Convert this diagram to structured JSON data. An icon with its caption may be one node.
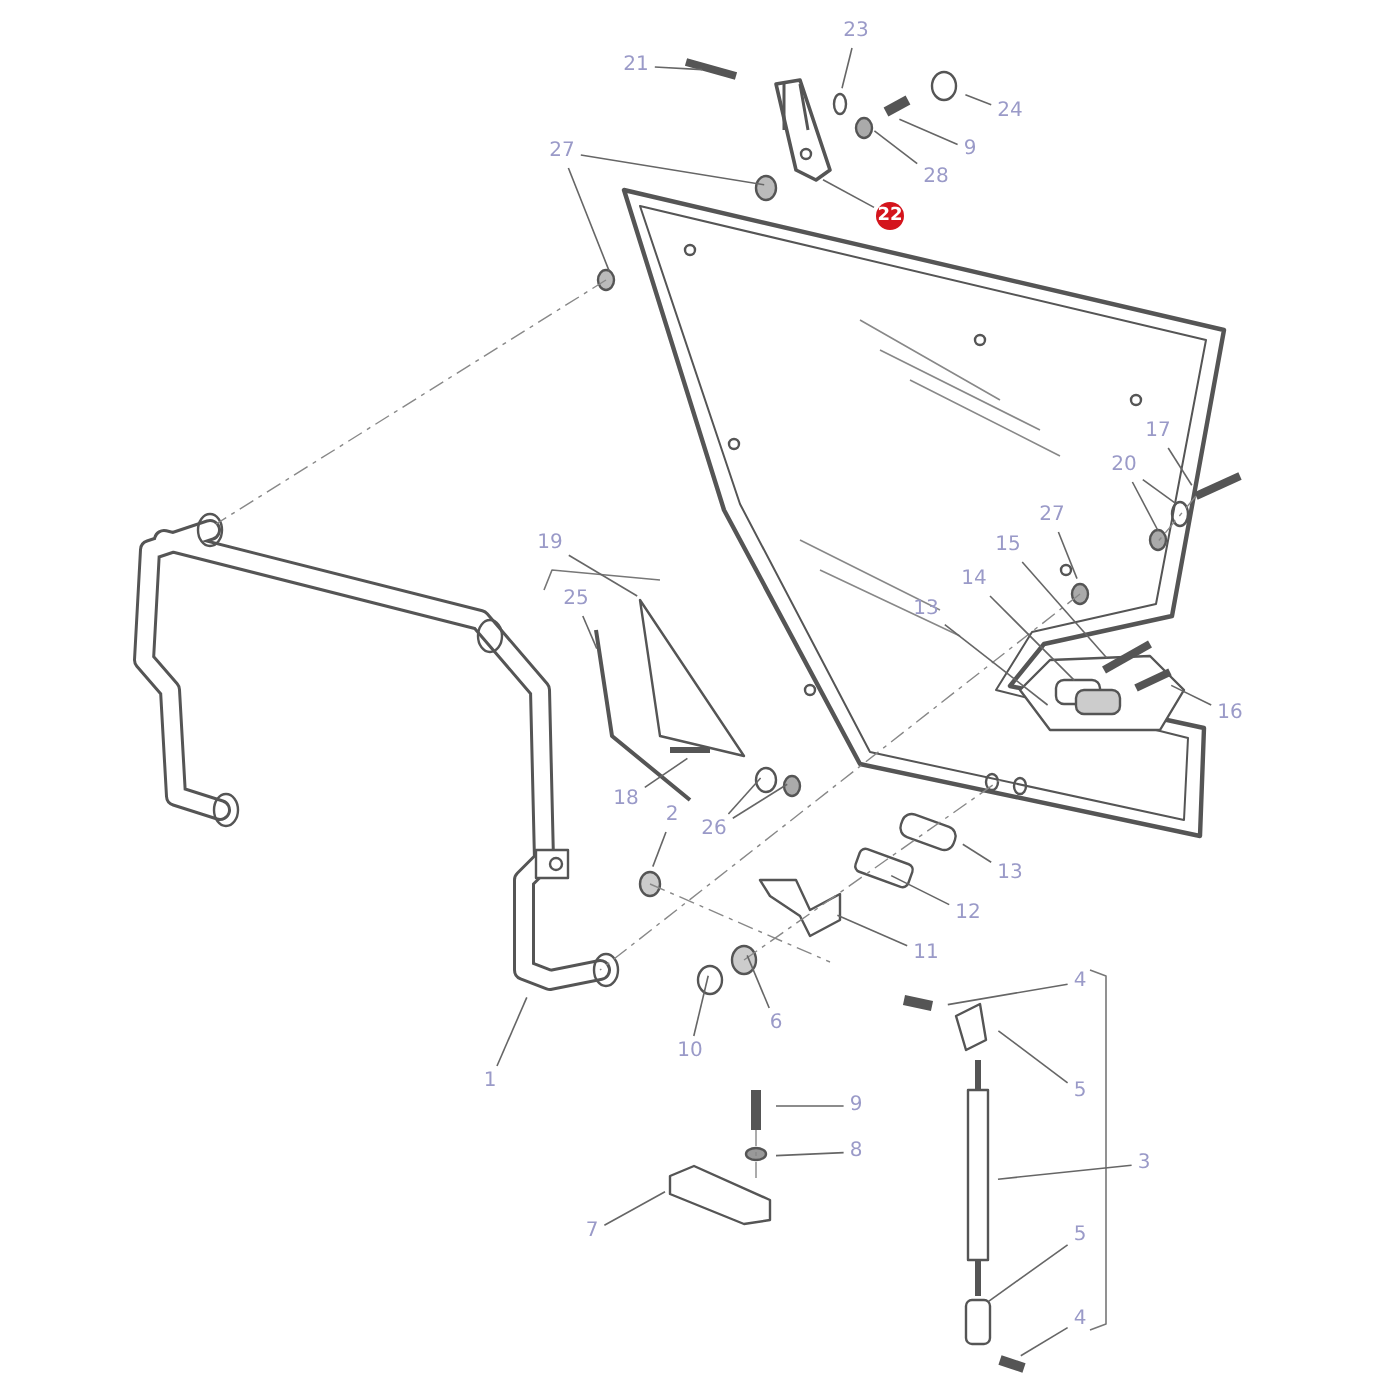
{
  "diagram": {
    "nodes": [
      {
        "text": [
          "23"
        ]
      },
      {
        "text": [
          "21"
        ]
      },
      {
        "text": [
          "24"
        ]
      },
      {
        "text": [
          "9"
        ]
      },
      {
        "text": [
          "28"
        ]
      },
      {
        "text": [
          "27"
        ]
      },
      {
        "text": [
          "22"
        ]
      },
      {
        "text": [
          "17"
        ]
      },
      {
        "text": [
          "20"
        ]
      },
      {
        "text": [
          "19"
        ]
      },
      {
        "text": [
          "27"
        ]
      },
      {
        "text": [
          "15"
        ]
      },
      {
        "text": [
          "25"
        ]
      },
      {
        "text": [
          "14"
        ]
      },
      {
        "text": [
          "13"
        ]
      },
      {
        "text": [
          "16"
        ]
      },
      {
        "text": [
          "18"
        ]
      },
      {
        "text": [
          "2"
        ]
      },
      {
        "text": [
          "26"
        ]
      },
      {
        "text": [
          "13"
        ]
      },
      {
        "text": [
          "12"
        ]
      },
      {
        "text": [
          "11"
        ]
      },
      {
        "text": [
          "4"
        ]
      },
      {
        "text": [
          "10"
        ]
      },
      {
        "text": [
          "6"
        ]
      },
      {
        "text": [
          "1"
        ]
      },
      {
        "text": [
          "5"
        ]
      },
      {
        "text": [
          "9"
        ]
      },
      {
        "text": [
          "3"
        ]
      },
      {
        "text": [
          "8"
        ]
      },
      {
        "text": [
          "7"
        ]
      },
      {
        "text": [
          "5"
        ]
      },
      {
        "text": [
          "4"
        ]
      }
    ],
    "edges": [
      {
        "from": 0,
        "to": null,
        "arrow": "none"
      },
      {
        "from": 1,
        "to": null,
        "arrow": "none"
      },
      {
        "from": 2,
        "to": null,
        "arrow": "none"
      },
      {
        "from": 3,
        "to": null,
        "arrow": "none"
      },
      {
        "from": 4,
        "to": null,
        "arrow": "none"
      },
      {
        "from": 5,
        "to": null,
        "arrow": "none"
      },
      {
        "from": 5,
        "to": null,
        "arrow": "none"
      },
      {
        "from": 6,
        "to": null,
        "arrow": "none"
      },
      {
        "from": 7,
        "to": null,
        "arrow": "none"
      },
      {
        "from": 8,
        "to": null,
        "arrow": "none"
      },
      {
        "from": 8,
        "to": null,
        "arrow": "none"
      },
      {
        "from": 9,
        "to": null,
        "arrow": "none"
      },
      {
        "from": 10,
        "to": null,
        "arrow": "none"
      },
      {
        "from": 11,
        "to": null,
        "arrow": "none"
      },
      {
        "from": 12,
        "to": null,
        "arrow": "none"
      },
      {
        "from": 13,
        "to": null,
        "arrow": "none"
      },
      {
        "from": 14,
        "to": null,
        "arrow": "none"
      },
      {
        "from": 15,
        "to": null,
        "arrow": "none"
      },
      {
        "from": 16,
        "to": null,
        "arrow": "none"
      },
      {
        "from": 17,
        "to": null,
        "arrow": "none"
      },
      {
        "from": 18,
        "to": null,
        "arrow": "none"
      },
      {
        "from": 18,
        "to": null,
        "arrow": "none"
      },
      {
        "from": 19,
        "to": null,
        "arrow": "none"
      },
      {
        "from": 20,
        "to": null,
        "arrow": "none"
      },
      {
        "from": 21,
        "to": null,
        "arrow": "none"
      },
      {
        "from": 22,
        "to": null,
        "arrow": "none"
      },
      {
        "from": 23,
        "to": null,
        "arrow": "none"
      },
      {
        "from": 24,
        "to": null,
        "arrow": "none"
      },
      {
        "from": 25,
        "to": null,
        "arrow": "none"
      },
      {
        "from": 26,
        "to": null,
        "arrow": "none"
      },
      {
        "from": 27,
        "to": null,
        "arrow": "none"
      },
      {
        "from": 28,
        "to": null,
        "arrow": "none"
      },
      {
        "from": 29,
        "to": null,
        "arrow": "none"
      },
      {
        "from": 30,
        "to": null,
        "arrow": "none"
      },
      {
        "from": 31,
        "to": null,
        "arrow": "none"
      },
      {
        "from": 32,
        "to": null,
        "arrow": "none"
      }
    ]
  }
}
